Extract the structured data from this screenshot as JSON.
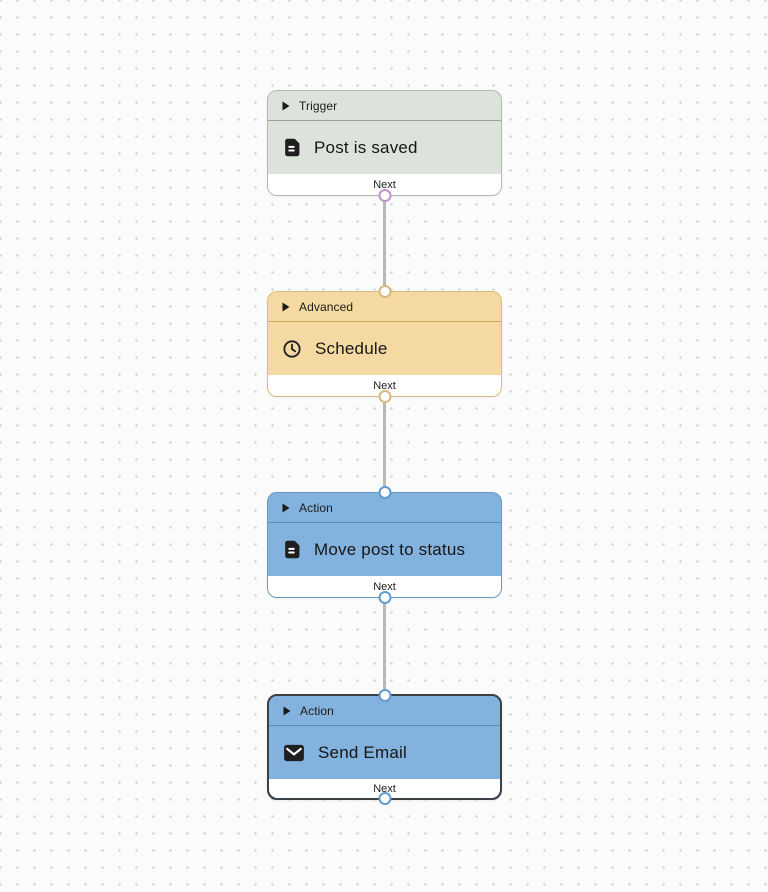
{
  "canvas": {
    "background_color": "#fbfbfb",
    "dot_color": "#d5d5d5",
    "connector_color": "#b9b9b9"
  },
  "nodes": [
    {
      "category": "Trigger",
      "title": "Post is saved",
      "footer_label": "Next",
      "icon": "document-icon",
      "fill": "#dce3da",
      "border": "#b3bbb1",
      "divider": "#97a295",
      "port_color": "#bc92ca",
      "selected": false
    },
    {
      "category": "Advanced",
      "title": "Schedule",
      "footer_label": "Next",
      "icon": "clock-icon",
      "fill": "#f5d9a2",
      "border": "#dabc7f",
      "divider": "#ceab64",
      "port_color": "#d8b87c",
      "selected": false
    },
    {
      "category": "Action",
      "title": "Move post to status",
      "footer_label": "Next",
      "icon": "document-icon",
      "fill": "#82b2dd",
      "border": "#6b9ac1",
      "divider": "#5d8db8",
      "port_color": "#5f9bcf",
      "selected": false
    },
    {
      "category": "Action",
      "title": "Send Email",
      "footer_label": "Next",
      "icon": "envelope-icon",
      "fill": "#82b2dd",
      "border": "#3b4147",
      "divider": "#5d8db8",
      "port_color": "#5f9bcf",
      "selected": true
    }
  ]
}
